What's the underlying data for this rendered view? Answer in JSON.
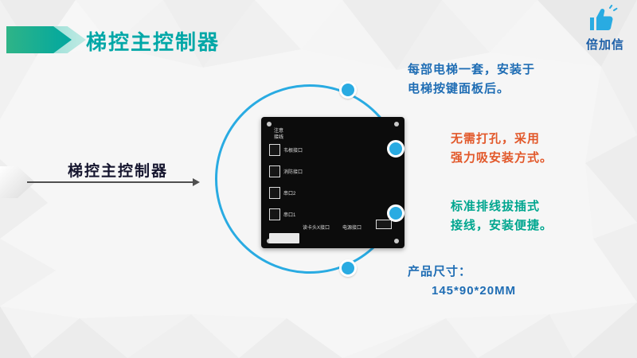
{
  "header": {
    "title": "梯控主控制器"
  },
  "logo": {
    "brand": "倍加信"
  },
  "left": {
    "label": "梯控主控制器"
  },
  "bullets": [
    {
      "line1": "每部电梯一套，安装于",
      "line2": "电梯按键面板后。"
    },
    {
      "line1": "无需打孔，采用",
      "line2": "强力吸安装方式。"
    },
    {
      "line1": "标准排线拔插式",
      "line2": "接线，安装便捷。"
    },
    {
      "line1": "产品尺寸：",
      "line2": "145*90*20MM"
    }
  ],
  "board": {
    "note_line1": "注意",
    "note_line2": "接线",
    "connectors": [
      "韦根接口",
      "消防接口",
      "串口2",
      "串口1"
    ],
    "bottom_labels": [
      "读卡头X接口",
      "电源接口"
    ]
  },
  "colors": {
    "accent_cyan": "#29abe2",
    "title_teal": "#00a7a7",
    "bullet_blue": "#1f6db4",
    "bullet_orange": "#e2582a",
    "bullet_teal": "#00a68f",
    "brand_blue": "#1c5fa8"
  }
}
